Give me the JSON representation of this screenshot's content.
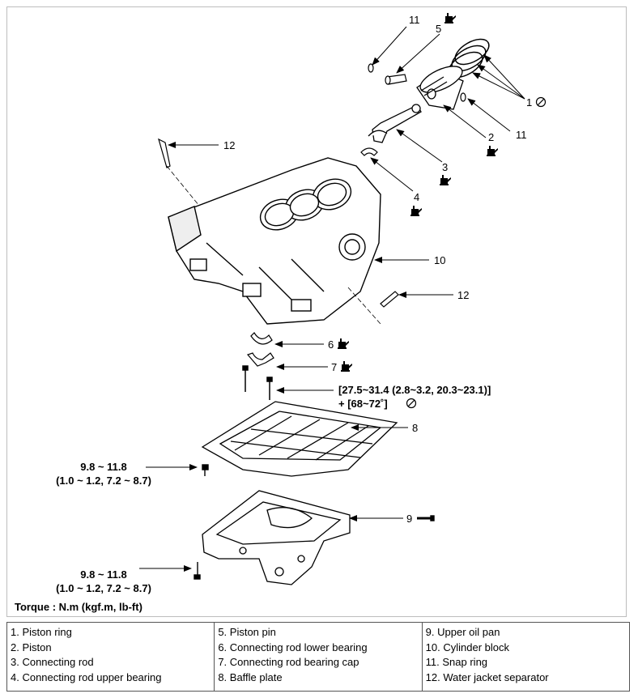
{
  "callouts": {
    "c1": "1",
    "c2": "2",
    "c3": "3",
    "c4": "4",
    "c5": "5",
    "c6": "6",
    "c7": "7",
    "c8": "8",
    "c9": "9",
    "c10": "10",
    "c11a": "11",
    "c11b": "11",
    "c12a": "12",
    "c12b": "12"
  },
  "torque_specs": {
    "bearing_cap_line1": "[27.5~31.4 (2.8~3.2, 20.3~23.1)]",
    "bearing_cap_line2": "+ [68~72˚]",
    "baffle_bolt_line1": "9.8 ~ 11.8",
    "baffle_bolt_line2": "(1.0 ~ 1.2, 7.2 ~ 8.7)",
    "oilpan_bolt_line1": "9.8 ~ 11.8",
    "oilpan_bolt_line2": "(1.0 ~ 1.2, 7.2 ~ 8.7)"
  },
  "torque_unit_label": "Torque : N.m (kgf.m, lb-ft)",
  "legend": {
    "col1": [
      "1. Piston ring",
      "2. Piston",
      "3. Connecting rod",
      "4. Connecting rod upper bearing"
    ],
    "col2": [
      "5. Piston pin",
      "6. Connecting rod lower bearing",
      "7. Connecting rod bearing cap",
      "8. Baffle plate"
    ],
    "col3": [
      "9. Upper oil pan",
      "10. Cylinder block",
      "11. Snap ring",
      "12. Water jacket separator"
    ]
  },
  "icons": [
    "oil-can-icon",
    "do-not-reuse-icon",
    "cylinder-block-illustration",
    "oil-pan-illustration"
  ]
}
